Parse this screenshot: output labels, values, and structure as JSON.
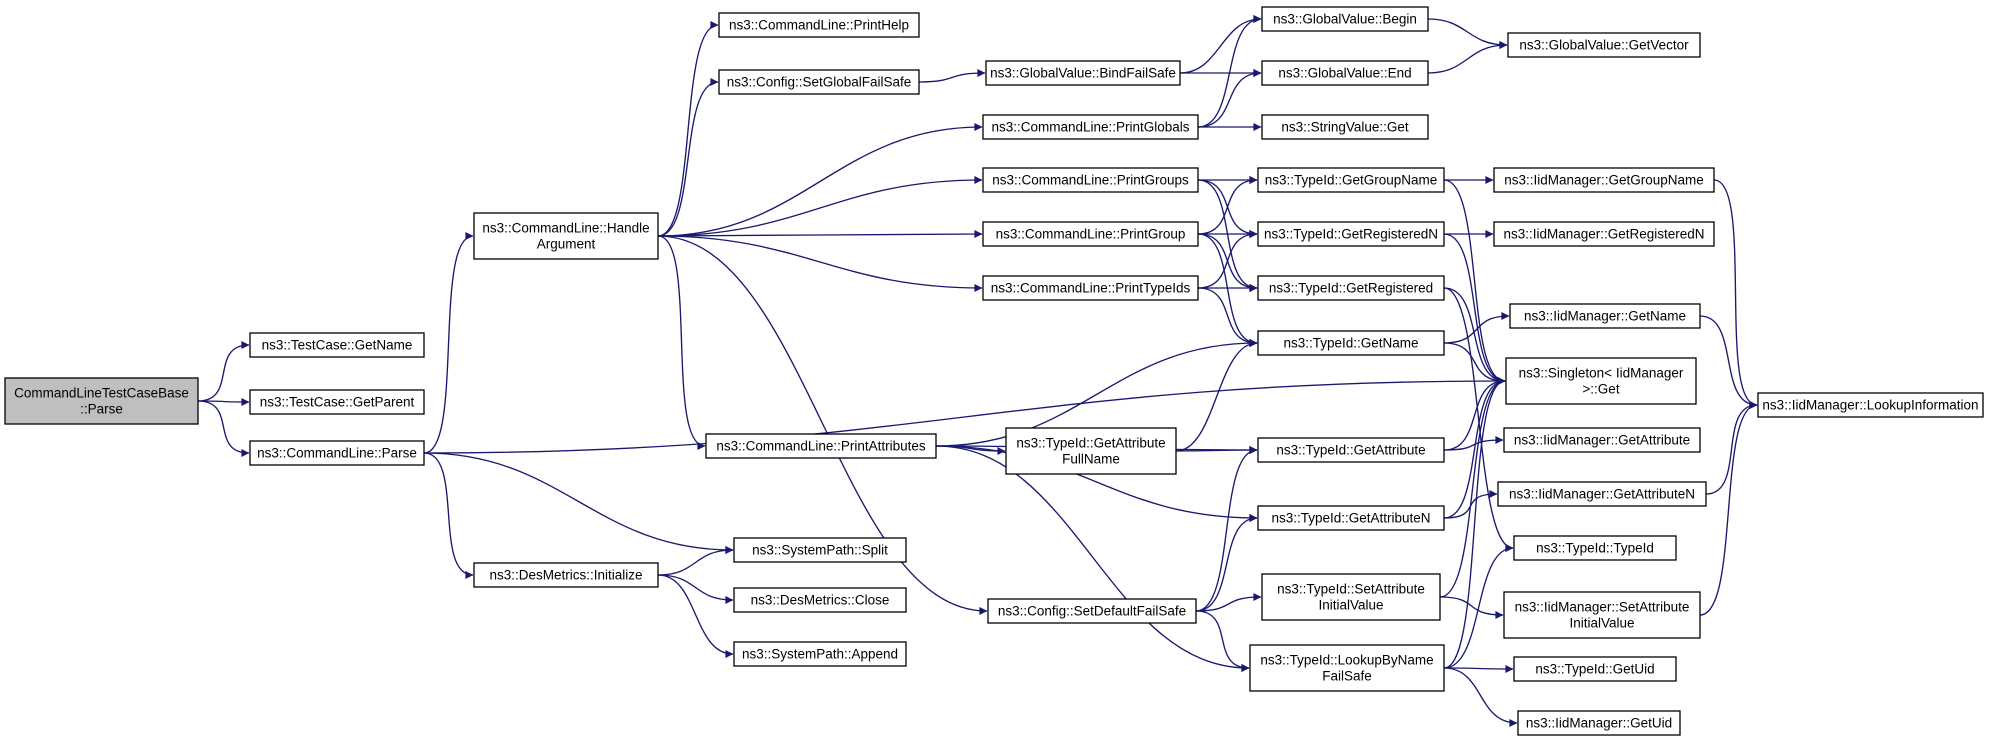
{
  "graph": {
    "root": "n0",
    "nodes": [
      {
        "id": "n0",
        "lines": [
          "CommandLineTestCaseBase",
          "::Parse"
        ],
        "root": true
      },
      {
        "id": "n1",
        "lines": [
          "ns3::TestCase::GetName"
        ]
      },
      {
        "id": "n2",
        "lines": [
          "ns3::TestCase::GetParent"
        ]
      },
      {
        "id": "n3",
        "lines": [
          "ns3::CommandLine::Parse"
        ]
      },
      {
        "id": "n4",
        "lines": [
          "ns3::CommandLine::Handle",
          "Argument"
        ]
      },
      {
        "id": "n5",
        "lines": [
          "ns3::DesMetrics::Initialize"
        ]
      },
      {
        "id": "n6",
        "lines": [
          "ns3::CommandLine::PrintHelp"
        ]
      },
      {
        "id": "n7",
        "lines": [
          "ns3::Config::SetGlobalFailSafe"
        ]
      },
      {
        "id": "n8",
        "lines": [
          "ns3::CommandLine::PrintAttributes"
        ]
      },
      {
        "id": "n9",
        "lines": [
          "ns3::SystemPath::Split"
        ]
      },
      {
        "id": "n10",
        "lines": [
          "ns3::DesMetrics::Close"
        ]
      },
      {
        "id": "n11",
        "lines": [
          "ns3::SystemPath::Append"
        ]
      },
      {
        "id": "n12",
        "lines": [
          "ns3::GlobalValue::BindFailSafe"
        ]
      },
      {
        "id": "n13",
        "lines": [
          "ns3::CommandLine::PrintGlobals"
        ]
      },
      {
        "id": "n14",
        "lines": [
          "ns3::CommandLine::PrintGroups"
        ]
      },
      {
        "id": "n15",
        "lines": [
          "ns3::CommandLine::PrintGroup"
        ]
      },
      {
        "id": "n16",
        "lines": [
          "ns3::CommandLine::PrintTypeIds"
        ]
      },
      {
        "id": "n17",
        "lines": [
          "ns3::TypeId::GetAttribute",
          "FullName"
        ]
      },
      {
        "id": "n18",
        "lines": [
          "ns3::Config::SetDefaultFailSafe"
        ]
      },
      {
        "id": "n19",
        "lines": [
          "ns3::GlobalValue::Begin"
        ]
      },
      {
        "id": "n20",
        "lines": [
          "ns3::GlobalValue::End"
        ]
      },
      {
        "id": "n21",
        "lines": [
          "ns3::StringValue::Get"
        ]
      },
      {
        "id": "n22",
        "lines": [
          "ns3::TypeId::GetGroupName"
        ]
      },
      {
        "id": "n23",
        "lines": [
          "ns3::TypeId::GetRegisteredN"
        ]
      },
      {
        "id": "n24",
        "lines": [
          "ns3::TypeId::GetRegistered"
        ]
      },
      {
        "id": "n25",
        "lines": [
          "ns3::TypeId::GetName"
        ]
      },
      {
        "id": "n26",
        "lines": [
          "ns3::TypeId::GetAttribute"
        ]
      },
      {
        "id": "n27",
        "lines": [
          "ns3::TypeId::GetAttributeN"
        ]
      },
      {
        "id": "n28",
        "lines": [
          "ns3::TypeId::SetAttribute",
          "InitialValue"
        ]
      },
      {
        "id": "n29",
        "lines": [
          "ns3::TypeId::LookupByName",
          "FailSafe"
        ]
      },
      {
        "id": "n30",
        "lines": [
          "ns3::GlobalValue::GetVector"
        ]
      },
      {
        "id": "n31",
        "lines": [
          "ns3::IidManager::GetGroupName"
        ]
      },
      {
        "id": "n32",
        "lines": [
          "ns3::IidManager::GetRegisteredN"
        ]
      },
      {
        "id": "n33",
        "lines": [
          "ns3::IidManager::GetName"
        ]
      },
      {
        "id": "n34",
        "lines": [
          "ns3::Singleton< IidManager",
          ">::Get"
        ]
      },
      {
        "id": "n35",
        "lines": [
          "ns3::IidManager::GetAttribute"
        ]
      },
      {
        "id": "n36",
        "lines": [
          "ns3::IidManager::GetAttributeN"
        ]
      },
      {
        "id": "n37",
        "lines": [
          "ns3::TypeId::TypeId"
        ]
      },
      {
        "id": "n38",
        "lines": [
          "ns3::IidManager::SetAttribute",
          "InitialValue"
        ]
      },
      {
        "id": "n39",
        "lines": [
          "ns3::TypeId::GetUid"
        ]
      },
      {
        "id": "n40",
        "lines": [
          "ns3::IidManager::GetUid"
        ]
      },
      {
        "id": "n41",
        "lines": [
          "ns3::IidManager::LookupInformation"
        ]
      }
    ],
    "edges": [
      [
        "n0",
        "n1"
      ],
      [
        "n0",
        "n2"
      ],
      [
        "n0",
        "n3"
      ],
      [
        "n3",
        "n4"
      ],
      [
        "n3",
        "n5"
      ],
      [
        "n3",
        "n9"
      ],
      [
        "n3",
        "n34"
      ],
      [
        "n4",
        "n6"
      ],
      [
        "n4",
        "n7"
      ],
      [
        "n4",
        "n13"
      ],
      [
        "n4",
        "n14"
      ],
      [
        "n4",
        "n15"
      ],
      [
        "n4",
        "n16"
      ],
      [
        "n4",
        "n8"
      ],
      [
        "n4",
        "n18"
      ],
      [
        "n5",
        "n9"
      ],
      [
        "n5",
        "n10"
      ],
      [
        "n5",
        "n11"
      ],
      [
        "n7",
        "n12"
      ],
      [
        "n12",
        "n19"
      ],
      [
        "n12",
        "n20"
      ],
      [
        "n13",
        "n19"
      ],
      [
        "n13",
        "n20"
      ],
      [
        "n13",
        "n21"
      ],
      [
        "n19",
        "n30"
      ],
      [
        "n20",
        "n30"
      ],
      [
        "n14",
        "n22"
      ],
      [
        "n14",
        "n23"
      ],
      [
        "n14",
        "n24"
      ],
      [
        "n15",
        "n22"
      ],
      [
        "n15",
        "n23"
      ],
      [
        "n15",
        "n24"
      ],
      [
        "n15",
        "n25"
      ],
      [
        "n16",
        "n23"
      ],
      [
        "n16",
        "n24"
      ],
      [
        "n16",
        "n25"
      ],
      [
        "n22",
        "n31"
      ],
      [
        "n22",
        "n34"
      ],
      [
        "n23",
        "n32"
      ],
      [
        "n23",
        "n34"
      ],
      [
        "n24",
        "n34"
      ],
      [
        "n24",
        "n37"
      ],
      [
        "n25",
        "n33"
      ],
      [
        "n25",
        "n34"
      ],
      [
        "n8",
        "n25"
      ],
      [
        "n8",
        "n17"
      ],
      [
        "n8",
        "n26"
      ],
      [
        "n8",
        "n27"
      ],
      [
        "n8",
        "n29"
      ],
      [
        "n17",
        "n25"
      ],
      [
        "n17",
        "n26"
      ],
      [
        "n26",
        "n35"
      ],
      [
        "n26",
        "n34"
      ],
      [
        "n27",
        "n36"
      ],
      [
        "n27",
        "n34"
      ],
      [
        "n18",
        "n26"
      ],
      [
        "n18",
        "n27"
      ],
      [
        "n18",
        "n28"
      ],
      [
        "n18",
        "n29"
      ],
      [
        "n28",
        "n38"
      ],
      [
        "n28",
        "n34"
      ],
      [
        "n29",
        "n37"
      ],
      [
        "n29",
        "n39"
      ],
      [
        "n29",
        "n40"
      ],
      [
        "n29",
        "n34"
      ],
      [
        "n31",
        "n41"
      ],
      [
        "n33",
        "n41"
      ],
      [
        "n36",
        "n41"
      ],
      [
        "n38",
        "n41"
      ]
    ]
  }
}
